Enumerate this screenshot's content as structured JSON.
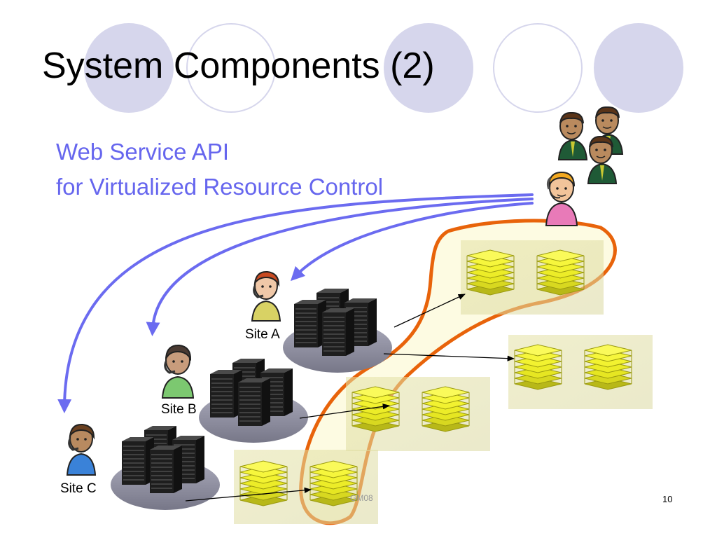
{
  "slide": {
    "title": "System Components (2)",
    "subtitle_lines": [
      "Web Service API",
      "for Virtualized Resource Control"
    ],
    "footer": "GM08",
    "page_number": "10"
  },
  "diagram": {
    "sites": [
      {
        "label": "Site A"
      },
      {
        "label": "Site B"
      },
      {
        "label": "Site C"
      }
    ],
    "colors": {
      "api_arrow": "#6b6bf0",
      "virtual_boundary": "#e8630a",
      "boundary_fill": "#fdfbe2",
      "stack_yellow": "#e8e820",
      "server_black": "#1e1e1e",
      "platform_gray": "#8e8ea0",
      "decoration": "#d6d6ec"
    },
    "icons": [
      "user-group-icon",
      "operator-icon",
      "server-rack-icon",
      "virtual-resource-stack-icon"
    ]
  }
}
